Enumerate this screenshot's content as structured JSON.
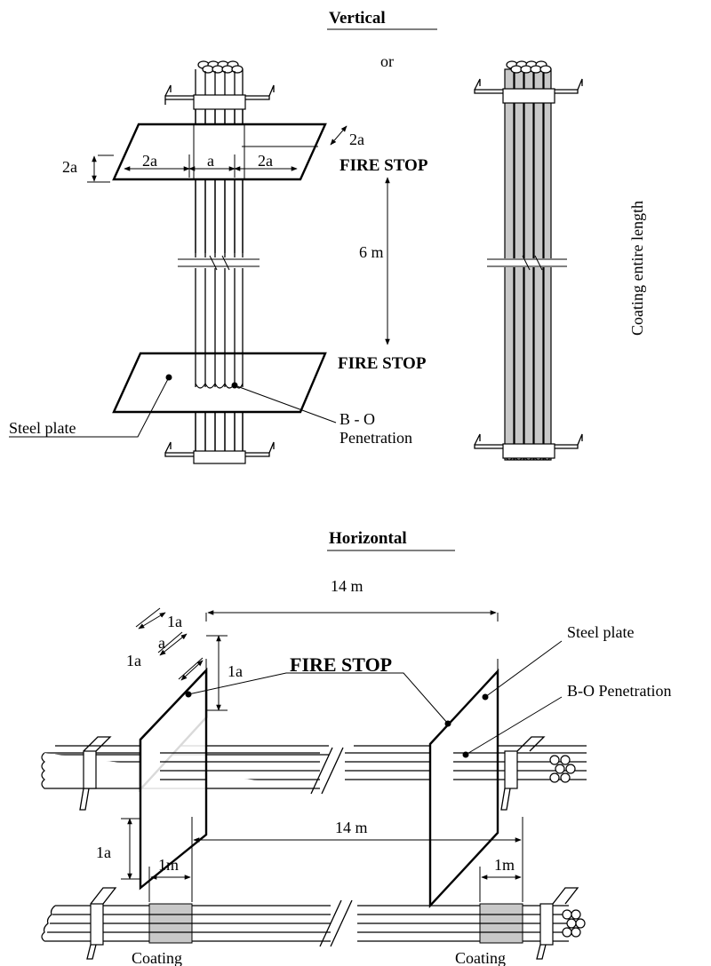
{
  "vertical": {
    "heading": "Vertical",
    "or": "or",
    "dim_2a_left": "2a",
    "dim_2a_a": "2a",
    "dim_a": "a",
    "dim_2a_b": "2a",
    "dim_2a_right": "2a",
    "fire_stop_top": "FIRE STOP",
    "fire_stop_bottom": "FIRE STOP",
    "distance": "6 m",
    "steel_plate": "Steel plate",
    "penetration_line1": "B - O",
    "penetration_line2": "Penetration",
    "coating_entire": "Coating entire length"
  },
  "horizontal": {
    "heading": "Horizontal",
    "distance_top": "14 m",
    "dim_1a_top": "1a",
    "dim_a": "a",
    "dim_1a_left": "1a",
    "dim_1a_right": "1a",
    "dim_1a_bottom": "1a",
    "fire_stop": "FIRE STOP",
    "steel_plate": "Steel plate",
    "penetration": "B-O Penetration",
    "distance_bottom": "14 m",
    "coating_band_left": "1m",
    "coating_band_right": "1m",
    "coating_left": "Coating",
    "coating_right": "Coating"
  },
  "colors": {
    "coating": "#c8c8c8",
    "line": "#000000"
  }
}
